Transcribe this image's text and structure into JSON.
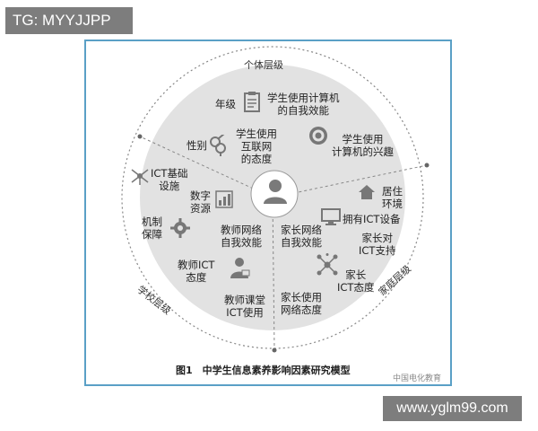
{
  "watermark_top": "TG: MYYJJPP",
  "watermark_bottom": "www.yglm99.com",
  "watermark_source": "中国电化教育",
  "caption": "图1　中学生信息素养影响因素研究模型",
  "levels": {
    "individual": "个体层级",
    "school": "学校层级",
    "family": "家庭层级"
  },
  "factors": {
    "grade": "年级",
    "self_efficacy_computer": "学生使用计算机\n的自我效能",
    "gender": "性别",
    "internet_attitude": "学生使用\n互联网\n的态度",
    "computer_interest": "学生使用\n计算机的兴趣",
    "ict_infrastructure": "ICT基础\n设施",
    "digital_resources": "数字\n资源",
    "mechanism": "机制\n保障",
    "teacher_net_efficacy": "教师网络\n自我效能",
    "teacher_ict_attitude": "教师ICT\n态度",
    "teacher_class_ict": "教师课堂\nICT使用",
    "residence": "居住\n环境",
    "own_ict": "拥有ICT设备",
    "parent_net_efficacy": "家长网络\n自我效能",
    "parent_ict_support": "家长对\nICT支持",
    "parent_ict_attitude": "家长\nICT态度",
    "parent_net_attitude": "家长使用\n网络态度"
  },
  "icons": [
    "clipboard-icon",
    "gender-icon",
    "target-icon",
    "network-icon",
    "chart-icon",
    "gear-icon",
    "teacher-icon",
    "house-icon",
    "monitor-icon",
    "molecule-icon",
    "person-icon"
  ]
}
